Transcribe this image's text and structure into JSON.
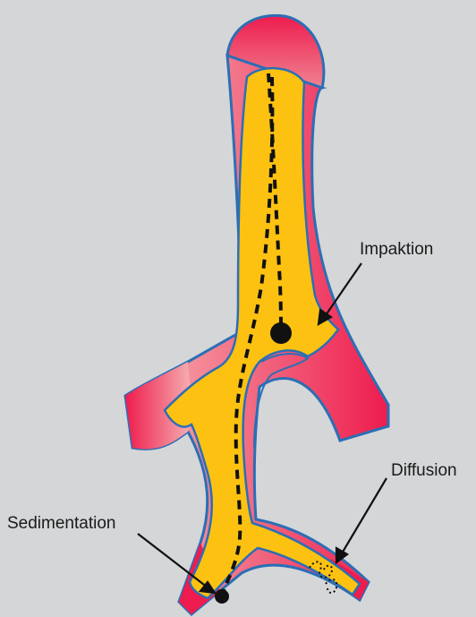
{
  "diagram": {
    "labels": {
      "impaction": "Impaktion",
      "diffusion": "Diffusion",
      "sedimentation": "Sedimentation"
    }
  },
  "colors": {
    "background": "#d5d6d8",
    "wall_red": "#ee1c4e",
    "wall_pink": "#f4a3a6",
    "airway_lumen": "#fdc211",
    "outline_blue": "#2b6fb5",
    "path_black": "#111111"
  }
}
